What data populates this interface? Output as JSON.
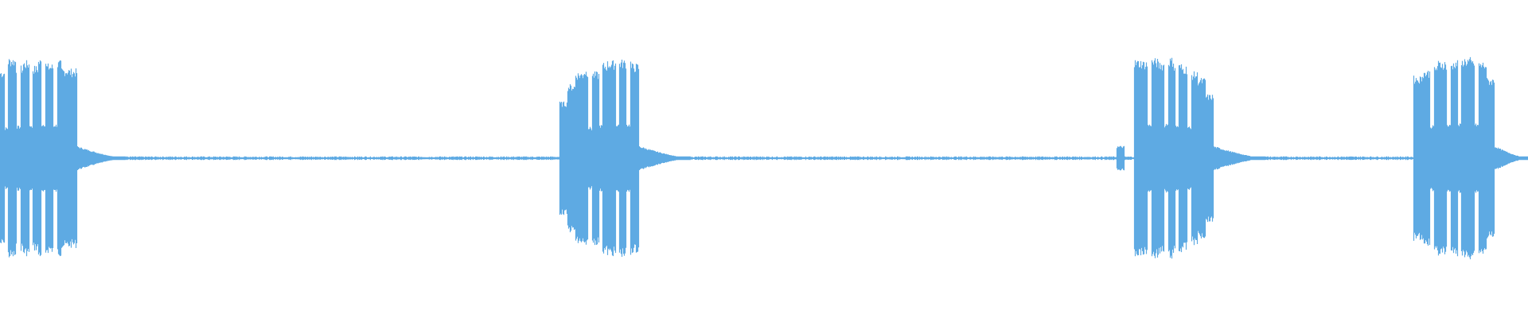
{
  "waveform": {
    "color": "#5eaae3",
    "background": "#ffffff",
    "duration_fraction_ticks": 1920,
    "bursts": [
      {
        "start": 0.0,
        "end": 0.05,
        "tail_end": 0.082,
        "peaks": [
          0.86,
          0.98,
          0.9,
          0.95,
          0.9,
          0.97,
          0.92,
          0.95,
          0.88,
          0.87
        ],
        "gaps": [
          0.004,
          0.012,
          0.02,
          0.028,
          0.036
        ]
      },
      {
        "start": 0.366,
        "end": 0.418,
        "tail_end": 0.452,
        "peaks": [
          0.55,
          0.72,
          0.84,
          0.87,
          0.84,
          0.93,
          0.95,
          0.96,
          0.96,
          0.92
        ],
        "gaps": [
          0.386,
          0.393,
          0.404,
          0.411
        ]
      },
      {
        "start": 0.742,
        "end": 0.794,
        "tail_end": 0.828,
        "peaks": [
          0.96,
          0.95,
          0.97,
          0.94,
          0.98,
          0.92,
          0.9,
          0.84,
          0.78,
          0.62
        ],
        "gaps": [
          0.752,
          0.763,
          0.77,
          0.778
        ]
      },
      {
        "start": 0.925,
        "end": 0.978,
        "tail_end": 1.0,
        "peaks": [
          0.8,
          0.86,
          0.91,
          0.95,
          0.94,
          0.96,
          0.98,
          0.96,
          0.94,
          0.78
        ],
        "gaps": [
          0.937,
          0.948,
          0.955,
          0.966
        ]
      }
    ],
    "pre_bumps": [
      0.733
    ],
    "noise_amplitude": 0.018
  }
}
